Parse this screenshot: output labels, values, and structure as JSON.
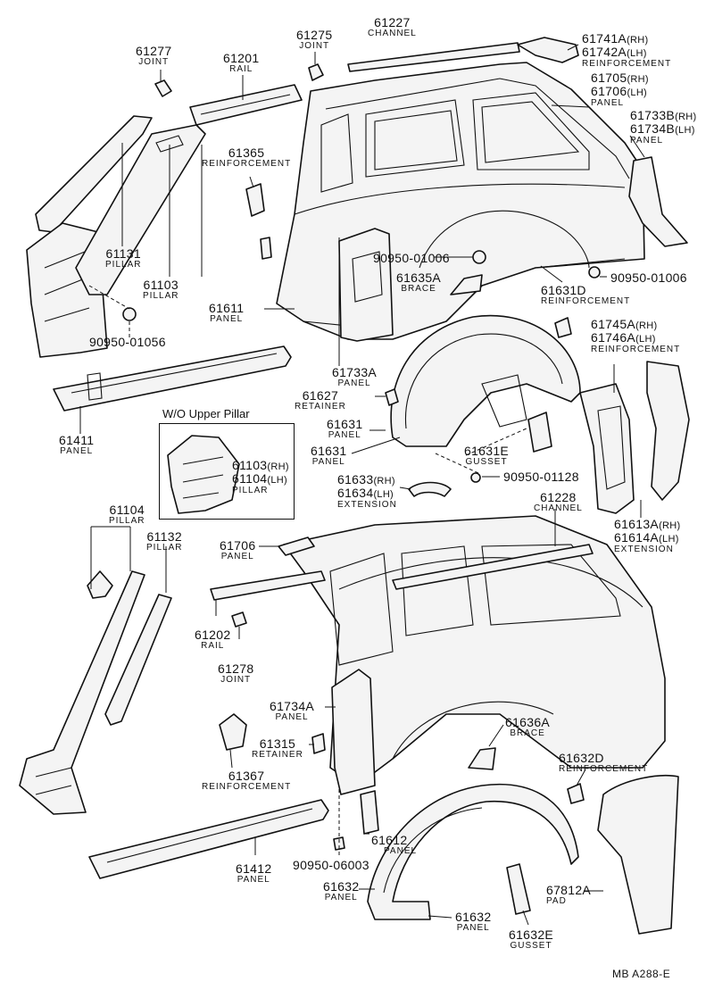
{
  "parts": {
    "p61277": {
      "num": "61277",
      "name": "JOINT"
    },
    "p61201": {
      "num": "61201",
      "name": "RAIL"
    },
    "p61275": {
      "num": "61275",
      "name": "JOINT"
    },
    "p61227": {
      "num": "61227",
      "name": "CHANNEL"
    },
    "p61741a": {
      "num": "61741A",
      "suffix": "(RH)"
    },
    "p61742a": {
      "num": "61742A",
      "suffix": "(LH)",
      "name": "REINFORCEMENT"
    },
    "p61705": {
      "num": "61705",
      "suffix": "(RH)"
    },
    "p61706": {
      "num": "61706",
      "suffix": "(LH)",
      "name": "PANEL"
    },
    "p61733b": {
      "num": "61733B",
      "suffix": "(RH)"
    },
    "p61734b": {
      "num": "61734B",
      "suffix": "(LH)",
      "name": "PANEL"
    },
    "p61365": {
      "num": "61365",
      "name": "REINFORCEMENT"
    },
    "p61131": {
      "num": "61131",
      "name": "PILLAR"
    },
    "p61103": {
      "num": "61103",
      "name": "PILLAR"
    },
    "p90950_01006a": {
      "num": "90950-01006"
    },
    "p61635a": {
      "num": "61635A",
      "name": "BRACE"
    },
    "p90950_01006b": {
      "num": "90950-01006"
    },
    "p61631d": {
      "num": "61631D",
      "name": "REINFORCEMENT"
    },
    "p61611": {
      "num": "61611",
      "name": "PANEL"
    },
    "p90950_01056": {
      "num": "90950-01056"
    },
    "p61745a": {
      "num": "61745A",
      "suffix": "(RH)"
    },
    "p61746a": {
      "num": "61746A",
      "suffix": "(LH)",
      "name": "REINFORCEMENT"
    },
    "p61733a": {
      "num": "61733A",
      "name": "PANEL"
    },
    "p61627": {
      "num": "61627",
      "name": "RETAINER"
    },
    "p61631a": {
      "num": "61631",
      "name": "PANEL"
    },
    "p61631b": {
      "num": "61631",
      "name": "PANEL"
    },
    "p61411": {
      "num": "61411",
      "name": "PANEL"
    },
    "p61103box": {
      "num": "61103",
      "suffix": "(RH)"
    },
    "p61104box": {
      "num": "61104",
      "suffix": "(LH)",
      "name": "PILLAR"
    },
    "p61631e": {
      "num": "61631E",
      "name": "GUSSET"
    },
    "p90950_01128": {
      "num": "90950-01128"
    },
    "p61633": {
      "num": "61633",
      "suffix": "(RH)"
    },
    "p61634": {
      "num": "61634",
      "suffix": "(LH)",
      "name": "EXTENSION"
    },
    "p61228": {
      "num": "61228",
      "name": "CHANNEL"
    },
    "p61613a": {
      "num": "61613A",
      "suffix": "(RH)"
    },
    "p61614a": {
      "num": "61614A",
      "suffix": "(LH)",
      "name": "EXTENSION"
    },
    "p61104": {
      "num": "61104",
      "name": "PILLAR"
    },
    "p61132": {
      "num": "61132",
      "name": "PILLAR"
    },
    "p61706b": {
      "num": "61706",
      "name": "PANEL"
    },
    "p61202": {
      "num": "61202",
      "name": "RAIL"
    },
    "p61278": {
      "num": "61278",
      "name": "JOINT"
    },
    "p61734a": {
      "num": "61734A",
      "name": "PANEL"
    },
    "p61636a": {
      "num": "61636A",
      "name": "BRACE"
    },
    "p61315": {
      "num": "61315",
      "name": "RETAINER"
    },
    "p61367": {
      "num": "61367",
      "name": "REINFORCEMENT"
    },
    "p61632d": {
      "num": "61632D",
      "name": "REINFORCEMENT"
    },
    "p61612": {
      "num": "61612",
      "name": "PANEL"
    },
    "p61412": {
      "num": "61412",
      "name": "PANEL"
    },
    "p90950_06003": {
      "num": "90950-06003"
    },
    "p61632a": {
      "num": "61632",
      "name": "PANEL"
    },
    "p61632b": {
      "num": "61632",
      "name": "PANEL"
    },
    "p61632e": {
      "num": "61632E",
      "name": "GUSSET"
    },
    "p67812a": {
      "num": "67812A",
      "name": "PAD"
    }
  },
  "inset_title": "W/O Upper Pillar",
  "figure_code": "MB A288-E"
}
